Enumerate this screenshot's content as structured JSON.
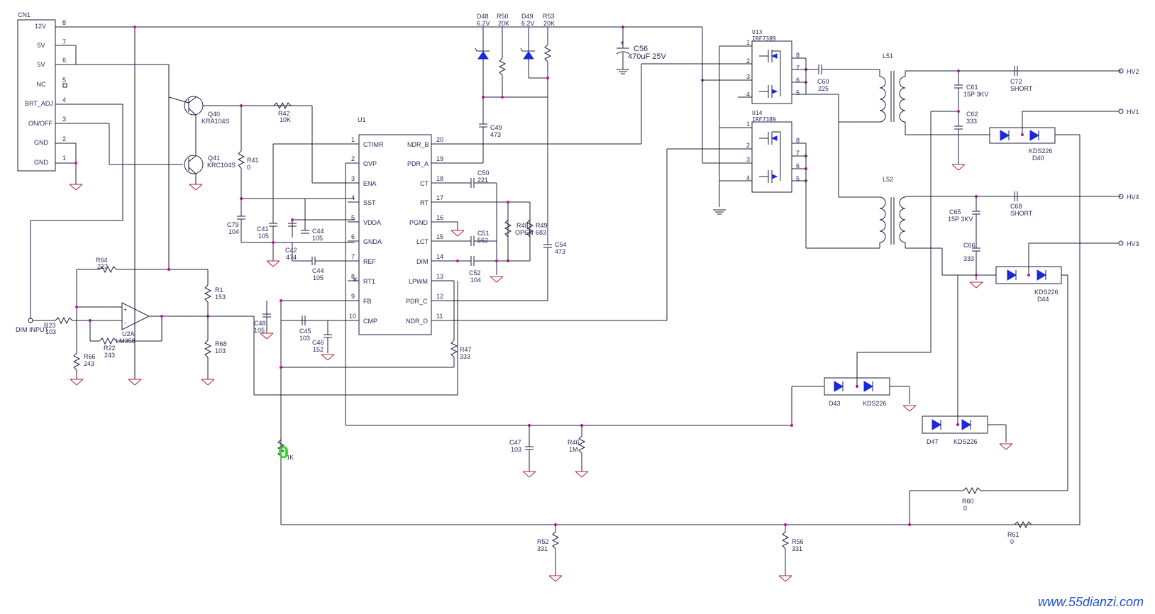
{
  "connector": {
    "ref": "CN1",
    "pins": [
      {
        "name": "12V",
        "num": "8"
      },
      {
        "name": "5V",
        "num": "7"
      },
      {
        "name": "5V",
        "num": "6"
      },
      {
        "name": "NC",
        "num": "5"
      },
      {
        "name": "BRT_ADJ",
        "num": "4"
      },
      {
        "name": "ON/OFF",
        "num": "3"
      },
      {
        "name": "GND",
        "num": "2"
      },
      {
        "name": "GND",
        "num": "1"
      }
    ]
  },
  "ic": {
    "ref": "U1",
    "left_pins": [
      {
        "num": "1",
        "name": "CTIMR"
      },
      {
        "num": "2",
        "name": "OVP"
      },
      {
        "num": "3",
        "name": "ENA"
      },
      {
        "num": "4",
        "name": "SST"
      },
      {
        "num": "5",
        "name": "VDDA"
      },
      {
        "num": "6",
        "name": "GNDA"
      },
      {
        "num": "7",
        "name": "REF"
      },
      {
        "num": "8",
        "name": "RT1"
      },
      {
        "num": "9",
        "name": "FB"
      },
      {
        "num": "10",
        "name": "CMP"
      }
    ],
    "right_pins": [
      {
        "num": "20",
        "name": "NDR_B"
      },
      {
        "num": "19",
        "name": "PDR_A"
      },
      {
        "num": "18",
        "name": "CT"
      },
      {
        "num": "17",
        "name": "RT"
      },
      {
        "num": "16",
        "name": "PGND"
      },
      {
        "num": "15",
        "name": "LCT"
      },
      {
        "num": "14",
        "name": "DIM"
      },
      {
        "num": "13",
        "name": "LPWM"
      },
      {
        "num": "12",
        "name": "PDR_C"
      },
      {
        "num": "11",
        "name": "NDR_D"
      }
    ]
  },
  "opamp": {
    "ref": "U2A",
    "part": "LM358"
  },
  "transistors": [
    {
      "ref": "Q40",
      "part": "KRA104S"
    },
    {
      "ref": "Q41",
      "part": "KRC104S"
    }
  ],
  "mosfets": [
    {
      "ref": "U13",
      "part": "IRF7389",
      "pins": [
        "1",
        "2",
        "3",
        "4",
        "8",
        "7",
        "6",
        "5"
      ]
    },
    {
      "ref": "U14",
      "part": "IRF7389",
      "pins": [
        "1",
        "2",
        "3",
        "4",
        "8",
        "7",
        "6",
        "5"
      ]
    }
  ],
  "transformers": [
    {
      "ref": "L51"
    },
    {
      "ref": "L52"
    }
  ],
  "zeners": [
    {
      "ref": "D48",
      "value": "6.2V"
    },
    {
      "ref": "D49",
      "value": "6.2V"
    }
  ],
  "diode_pairs": [
    {
      "ref": "D40",
      "part": "KDS226"
    },
    {
      "ref": "D44",
      "part": "KDS226"
    },
    {
      "ref": "D43",
      "part": "KDS226"
    },
    {
      "ref": "D47",
      "part": "KDS226"
    }
  ],
  "resistors": {
    "R50": {
      "ref": "R50",
      "value": "20K"
    },
    "R53": {
      "ref": "R53",
      "value": "20K"
    },
    "R42": {
      "ref": "R42",
      "value": "10K"
    },
    "R41": {
      "ref": "R41",
      "value": "0"
    },
    "R48": {
      "ref": "R48",
      "value": "OPEN"
    },
    "R49": {
      "ref": "R49",
      "value": "683"
    },
    "R64": {
      "ref": "R64",
      "value": "223"
    },
    "R1": {
      "ref": "R1",
      "value": "153"
    },
    "R23": {
      "ref": "R23",
      "value": "103"
    },
    "R66": {
      "ref": "R66",
      "value": "243"
    },
    "R22": {
      "ref": "R22",
      "value": "243"
    },
    "R68": {
      "ref": "R68",
      "value": "103"
    },
    "R47": {
      "ref": "R47",
      "value": "333"
    },
    "R46": {
      "ref": "R46",
      "value": "1M"
    },
    "R52": {
      "ref": "R52",
      "value": "331"
    },
    "R56": {
      "ref": "R56",
      "value": "331"
    },
    "R60": {
      "ref": "R60",
      "value": "0"
    },
    "R61": {
      "ref": "R61",
      "value": "0"
    },
    "Rx": {
      "ref": "",
      "value": "1K"
    }
  },
  "capacitors": {
    "C56": {
      "ref": "C56",
      "value": "470uF 25V"
    },
    "C49": {
      "ref": "C49",
      "value": "473"
    },
    "C50": {
      "ref": "C50",
      "value": "221"
    },
    "C51": {
      "ref": "C51",
      "value": "562"
    },
    "C52": {
      "ref": "C52",
      "value": "104"
    },
    "C54": {
      "ref": "C54",
      "value": "473"
    },
    "C79": {
      "ref": "C79",
      "value": "104"
    },
    "C41": {
      "ref": "C41",
      "value": "105"
    },
    "C42": {
      "ref": "C42",
      "value": "474"
    },
    "C44a": {
      "ref": "C44",
      "value": "105"
    },
    "C44b": {
      "ref": "C44",
      "value": "105"
    },
    "C48": {
      "ref": "C48",
      "value": "105"
    },
    "C45": {
      "ref": "C45",
      "value": "103"
    },
    "C46": {
      "ref": "C46",
      "value": "152"
    },
    "C47": {
      "ref": "C47",
      "value": "103"
    },
    "C60": {
      "ref": "C60",
      "value": "225"
    },
    "C61": {
      "ref": "C61",
      "value": "15P 3KV"
    },
    "C62": {
      "ref": "C62",
      "value": "333"
    },
    "C72": {
      "ref": "C72",
      "value": "SHORT"
    },
    "C65": {
      "ref": "C65",
      "value": "15P 3KV"
    },
    "C66": {
      "ref": "C66",
      "value": "333"
    },
    "C68": {
      "ref": "C68",
      "value": "SHORT"
    }
  },
  "outputs": [
    "HV2",
    "HV1",
    "HV4",
    "HV3"
  ],
  "input_label": "DIM INPUT",
  "watermark": "www.55dianzi.com",
  "colors": {
    "wire": "#1c1c3c",
    "junction": "#c0189a",
    "diode": "#1a2ad8",
    "ground": "#b0203a",
    "highlight": "#33dd22"
  }
}
